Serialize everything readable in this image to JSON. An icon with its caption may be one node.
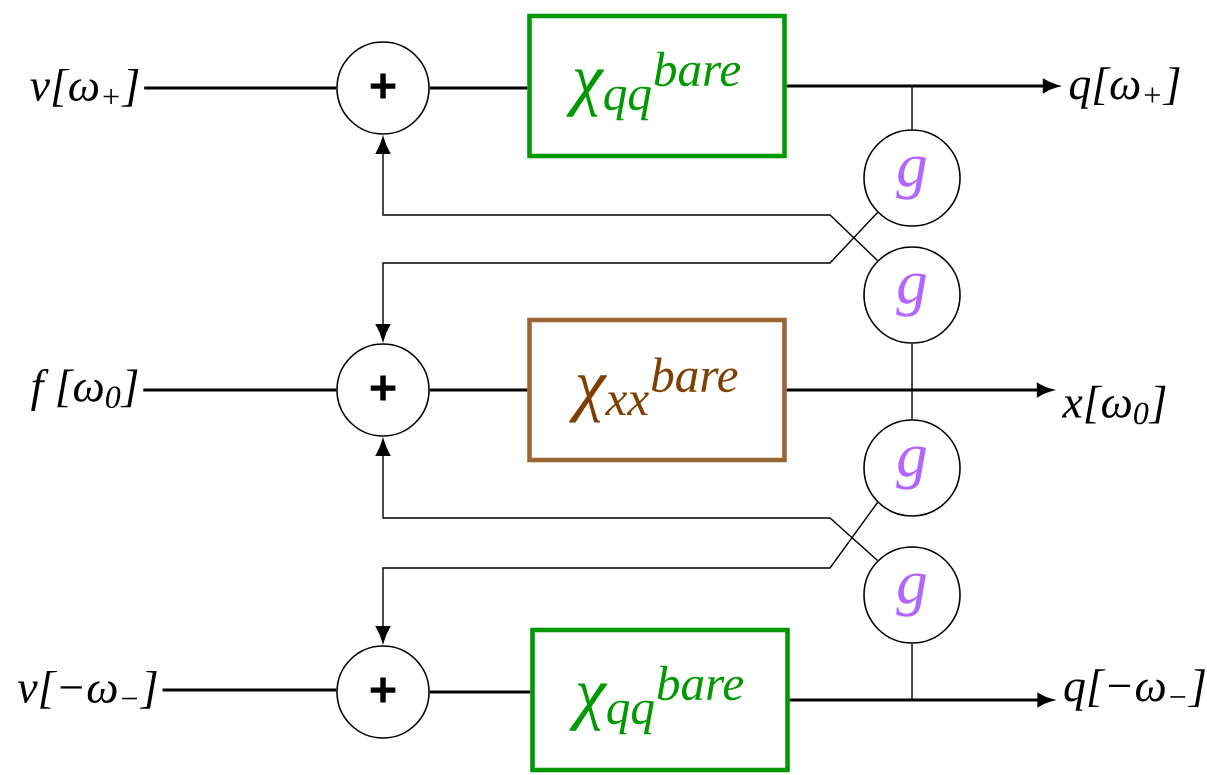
{
  "diagram": {
    "nodes": [
      {
        "text": [
          "v[ω$_{+}$]"
        ]
      },
      {
        "text": [
          "+"
        ]
      },
      {
        "text": [
          "χ$_{qq}$$^{bare}$"
        ]
      },
      {
        "text": [
          "q[ω$_{+}$]"
        ]
      },
      {
        "text": [
          "f [ω$_{0}$]"
        ]
      },
      {
        "text": [
          "+"
        ]
      },
      {
        "text": [
          "χ$_{xx}$$^{bare}$"
        ]
      },
      {
        "text": [
          "x[ω$_{0}$]"
        ]
      },
      {
        "text": [
          "v[−ω$_{−}$]"
        ]
      },
      {
        "text": [
          "+"
        ]
      },
      {
        "text": [
          "χ$_{qq}$$^{bare}$"
        ]
      },
      {
        "text": [
          "q[−ω$_{−}$]"
        ]
      },
      {
        "text": [
          "g"
        ]
      },
      {
        "text": [
          "g"
        ]
      },
      {
        "text": [
          "g"
        ]
      },
      {
        "text": [
          "g"
        ]
      }
    ],
    "edges": [
      {
        "from": 0,
        "to": 1,
        "arrow": "none"
      },
      {
        "from": 1,
        "to": 2,
        "arrow": "none"
      },
      {
        "from": 2,
        "to": 3,
        "arrow": "to"
      },
      {
        "from": 4,
        "to": 5,
        "arrow": "none"
      },
      {
        "from": 5,
        "to": 6,
        "arrow": "none"
      },
      {
        "from": 6,
        "to": 7,
        "arrow": "to"
      },
      {
        "from": 8,
        "to": 9,
        "arrow": "none"
      },
      {
        "from": 9,
        "to": 10,
        "arrow": "none"
      },
      {
        "from": 10,
        "to": 11,
        "arrow": "to"
      },
      {
        "from": 12,
        "to": 3,
        "arrow": "none"
      },
      {
        "from": 13,
        "to": 7,
        "arrow": "none"
      },
      {
        "from": 14,
        "to": 7,
        "arrow": "none"
      },
      {
        "from": 15,
        "to": 11,
        "arrow": "none"
      },
      {
        "from": 13,
        "to": 1,
        "arrow": "to"
      },
      {
        "from": 12,
        "to": 5,
        "arrow": "to"
      },
      {
        "from": 14,
        "to": 9,
        "arrow": "to"
      },
      {
        "from": 15,
        "to": 5,
        "arrow": "to"
      }
    ]
  }
}
